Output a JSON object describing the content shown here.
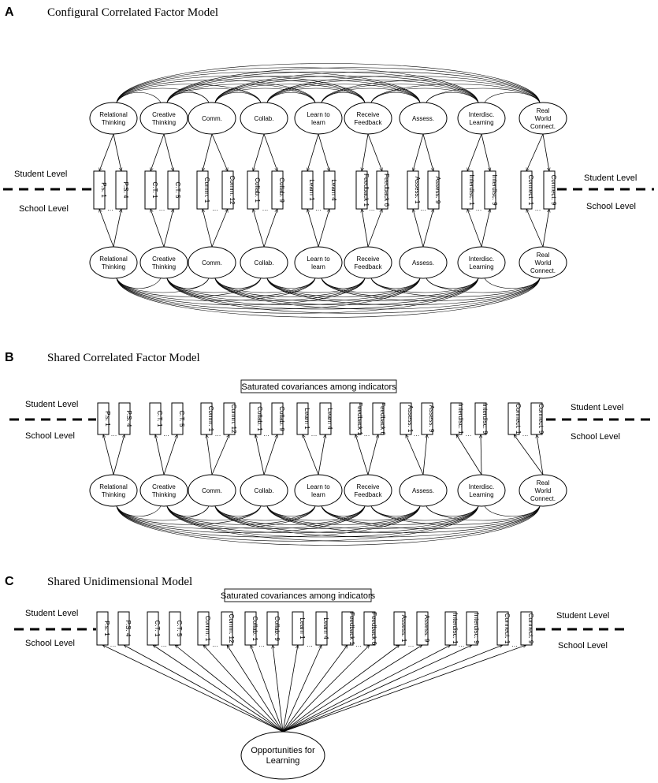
{
  "panels": [
    {
      "letter": "A",
      "title": "Configural Correlated Factor Model"
    },
    {
      "letter": "B",
      "title": "Shared Correlated Factor Model"
    },
    {
      "letter": "C",
      "title": "Shared Unidimensional Model"
    }
  ],
  "level_labels": {
    "student": "Student Level",
    "school": "School Level"
  },
  "saturated_note": "Saturated covariances among indicators",
  "general_factor": [
    "Opportunities for",
    "Learning"
  ],
  "ellipsis": "…",
  "factors": [
    {
      "lines": [
        "Relational",
        "Thinking"
      ],
      "indicators": [
        "P.s. 1",
        "P.S. 4"
      ]
    },
    {
      "lines": [
        "Creative",
        "Thinking"
      ],
      "indicators": [
        "C.T. 1",
        "C.T. 5"
      ]
    },
    {
      "lines": [
        "Comm."
      ],
      "indicators": [
        "Comm. 1",
        "Comm. 12"
      ]
    },
    {
      "lines": [
        "Collab."
      ],
      "indicators": [
        "Collab. 1",
        "Collab. 9"
      ]
    },
    {
      "lines": [
        "Learn to",
        "learn"
      ],
      "indicators": [
        "Learn 1",
        "Learn 4"
      ]
    },
    {
      "lines": [
        "Receive",
        "Feedback"
      ],
      "indicators": [
        "Feedback 1",
        "Feedback 6"
      ]
    },
    {
      "lines": [
        "Assess."
      ],
      "indicators": [
        "Assess. 1",
        "Assess. 9"
      ]
    },
    {
      "lines": [
        "Interdisc.",
        "Learning"
      ],
      "indicators": [
        "Interdisc. 1",
        "Interdisc. 9"
      ]
    },
    {
      "lines": [
        "Real",
        "World",
        "Connect."
      ],
      "indicators": [
        "Connect. 1",
        "Connect. 9"
      ]
    }
  ]
}
